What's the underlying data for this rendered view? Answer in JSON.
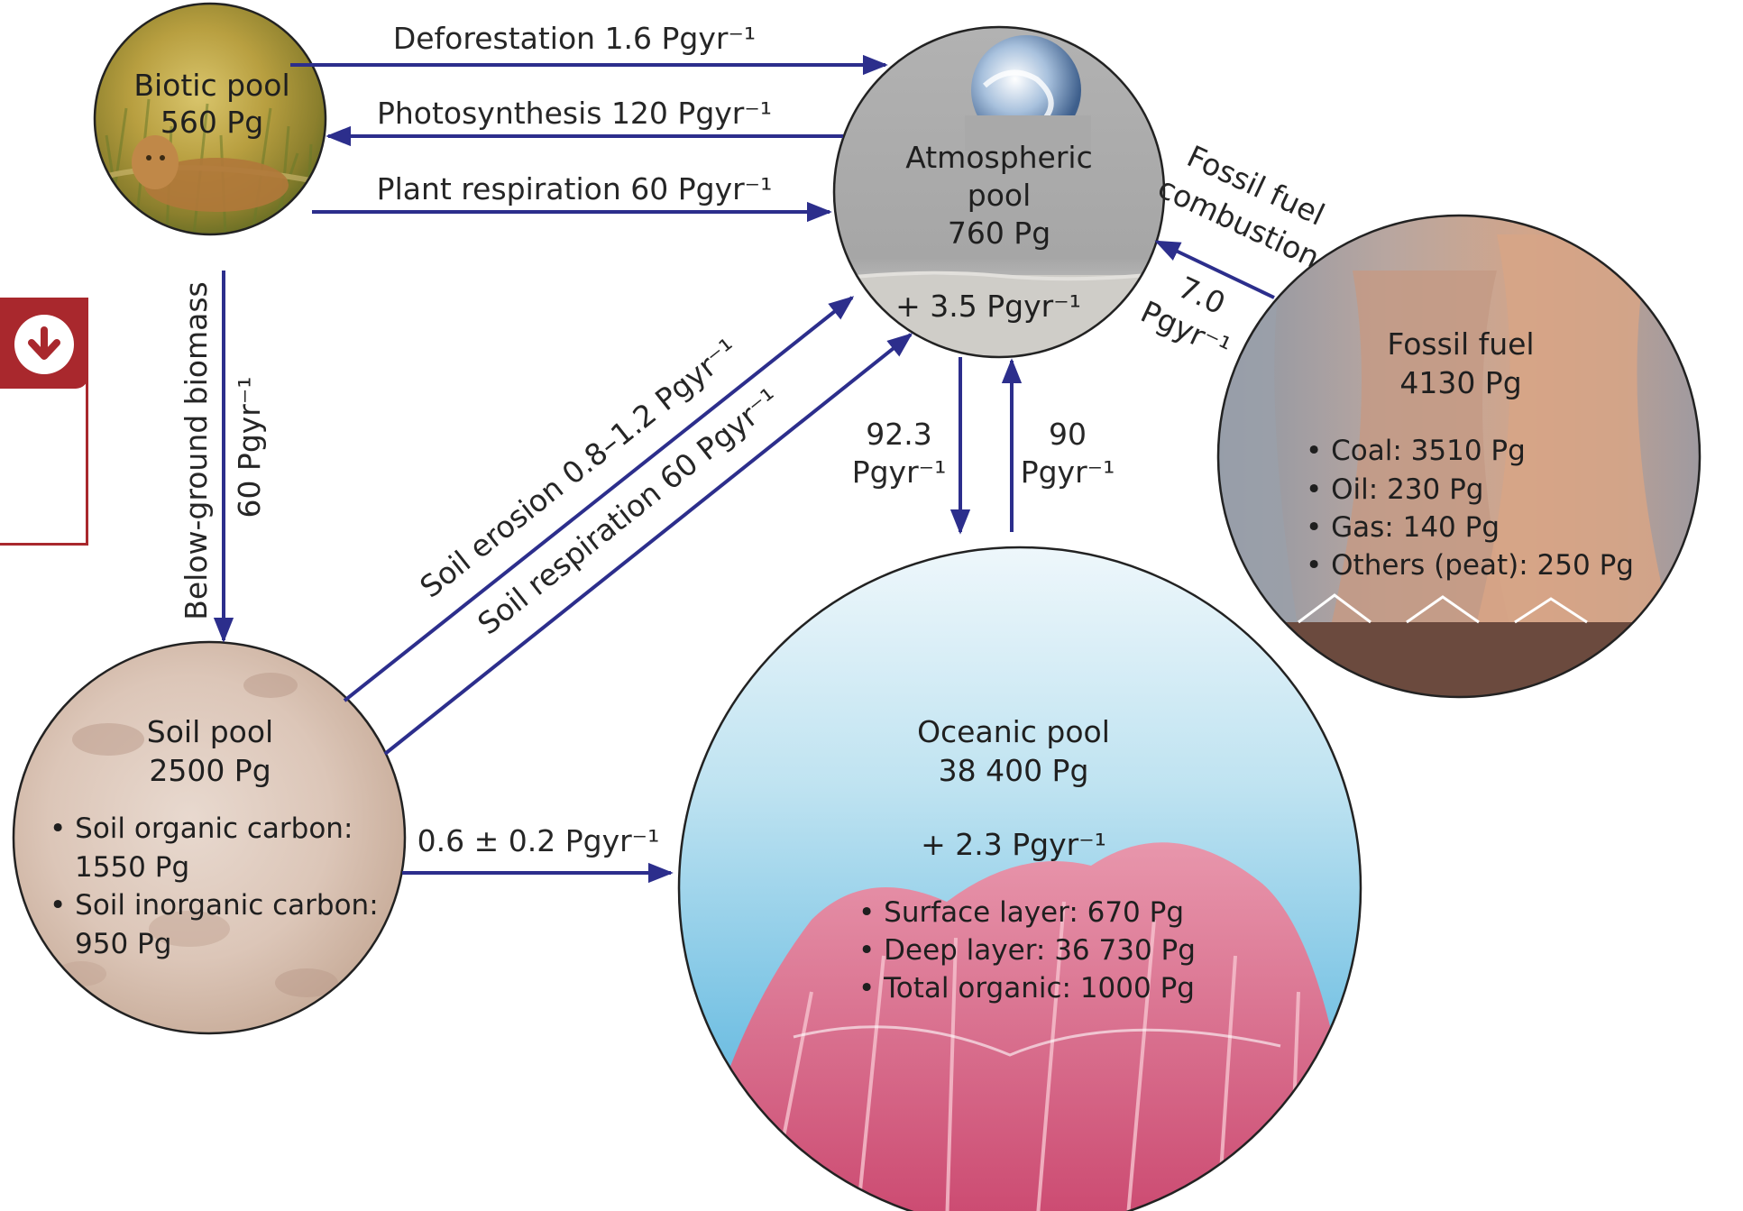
{
  "pools": {
    "biotic": {
      "name": "Biotic pool",
      "amount": "560 Pg"
    },
    "atmospheric": {
      "name_line1": "Atmospheric",
      "name_line2": "pool",
      "amount": "760 Pg",
      "rate": "+ 3.5 Pgyr⁻¹"
    },
    "fossil": {
      "name": "Fossil fuel",
      "amount": "4130 Pg",
      "items": [
        "• Coal: 3510 Pg",
        "• Oil: 230 Pg",
        "• Gas: 140 Pg",
        "• Others (peat): 250 Pg"
      ]
    },
    "soil": {
      "name": "Soil pool",
      "amount": "2500 Pg",
      "items": [
        "• Soil organic carbon:",
        "1550 Pg",
        "• Soil inorganic carbon:",
        "950 Pg"
      ]
    },
    "oceanic": {
      "name": "Oceanic pool",
      "amount": "38 400 Pg",
      "rate": "+ 2.3 Pgyr⁻¹",
      "items": [
        "• Surface layer: 670 Pg",
        "• Deep layer: 36 730 Pg",
        "• Total organic: 1000 Pg"
      ]
    }
  },
  "fluxes": {
    "deforestation": "Deforestation 1.6 Pgyr⁻¹",
    "photosynthesis": "Photosynthesis 120 Pgyr⁻¹",
    "plant_respiration": "Plant respiration 60 Pgyr⁻¹",
    "below_ground_label": "Below-ground biomass",
    "below_ground_value": "60 Pgyr⁻¹",
    "soil_erosion": "Soil erosion 0.8–1.2 Pgyr⁻¹",
    "soil_respiration": "Soil respiration 60 Pgyr⁻¹",
    "soil_to_ocean": "0.6 ± 0.2 Pgyr⁻¹",
    "atm_to_ocean_value": "92.3",
    "atm_to_ocean_unit": "Pgyr⁻¹",
    "ocean_to_atm_value": "90",
    "ocean_to_atm_unit": "Pgyr⁻¹",
    "fossil_combustion_line1": "Fossil fuel",
    "fossil_combustion_line2": "combustion",
    "fossil_value": "7.0",
    "fossil_unit": "Pgyr⁻¹"
  },
  "icons": {
    "download": "download-icon"
  },
  "colors": {
    "arrow": "#2c2e8c",
    "widget": "#a9282d"
  }
}
